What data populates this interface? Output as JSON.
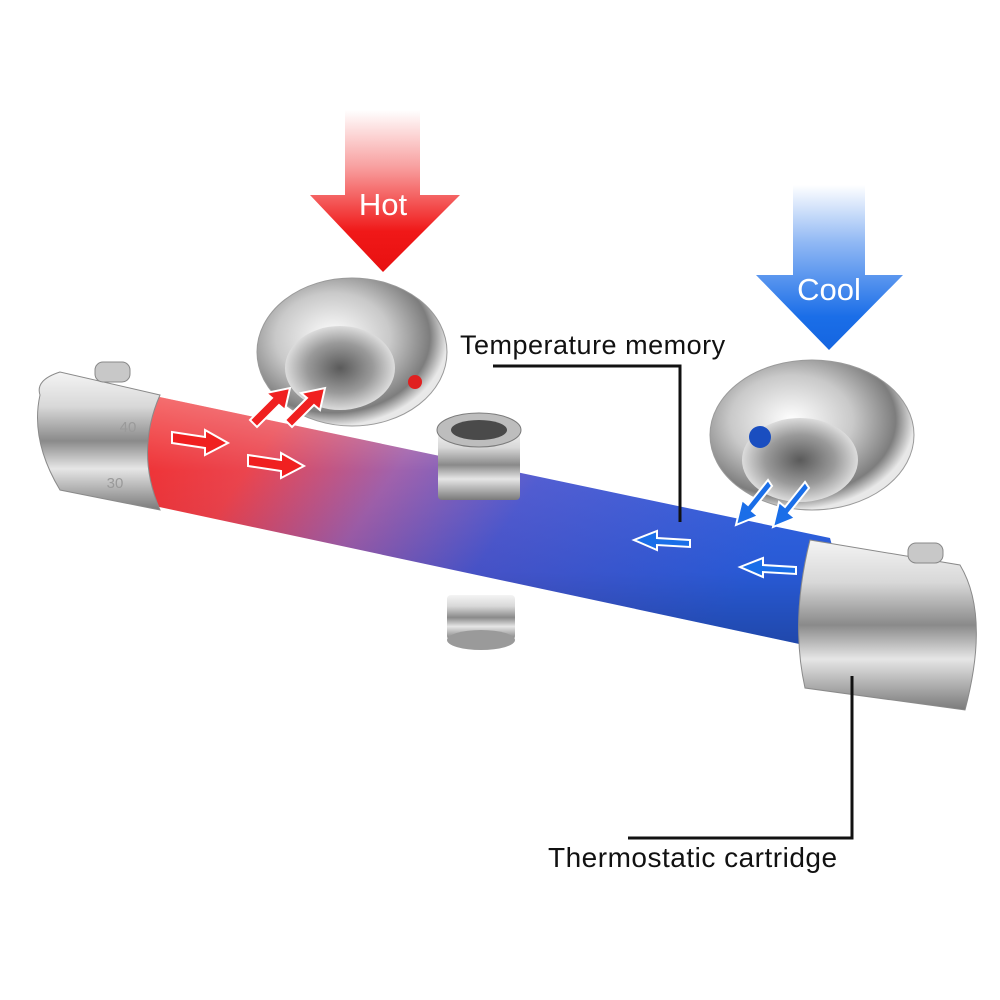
{
  "arrows": {
    "hot": {
      "label": "Hot",
      "color": "#f01818"
    },
    "cool": {
      "label": "Cool",
      "color": "#1a6ee8"
    }
  },
  "callouts": {
    "temperature_memory": "Temperature memory",
    "thermostatic_cartridge": "Thermostatic cartridge"
  },
  "knob_markings": {
    "left": [
      "40",
      "30"
    ]
  },
  "colors": {
    "hot_body": "#f01e1e",
    "mid_body": "#8a5ab0",
    "cool_body": "#2a5ee0",
    "chrome": "#c8c8c8"
  }
}
